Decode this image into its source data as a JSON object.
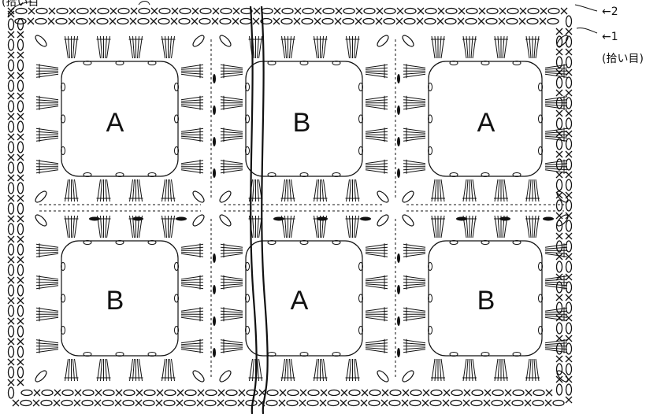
{
  "motifs": {
    "row1": [
      "A",
      "B",
      "A"
    ],
    "row2": [
      "B",
      "A",
      "B"
    ]
  },
  "annotations": {
    "top_left_partial": "(拾い目",
    "round2_label": "2",
    "round1_label": "1",
    "pickup_label": "(拾い目)"
  },
  "symbols": {
    "single_crochet": "×",
    "chain": "○",
    "arrow": "←"
  },
  "colors": {
    "ink": "#111111",
    "paper": "#ffffff"
  }
}
